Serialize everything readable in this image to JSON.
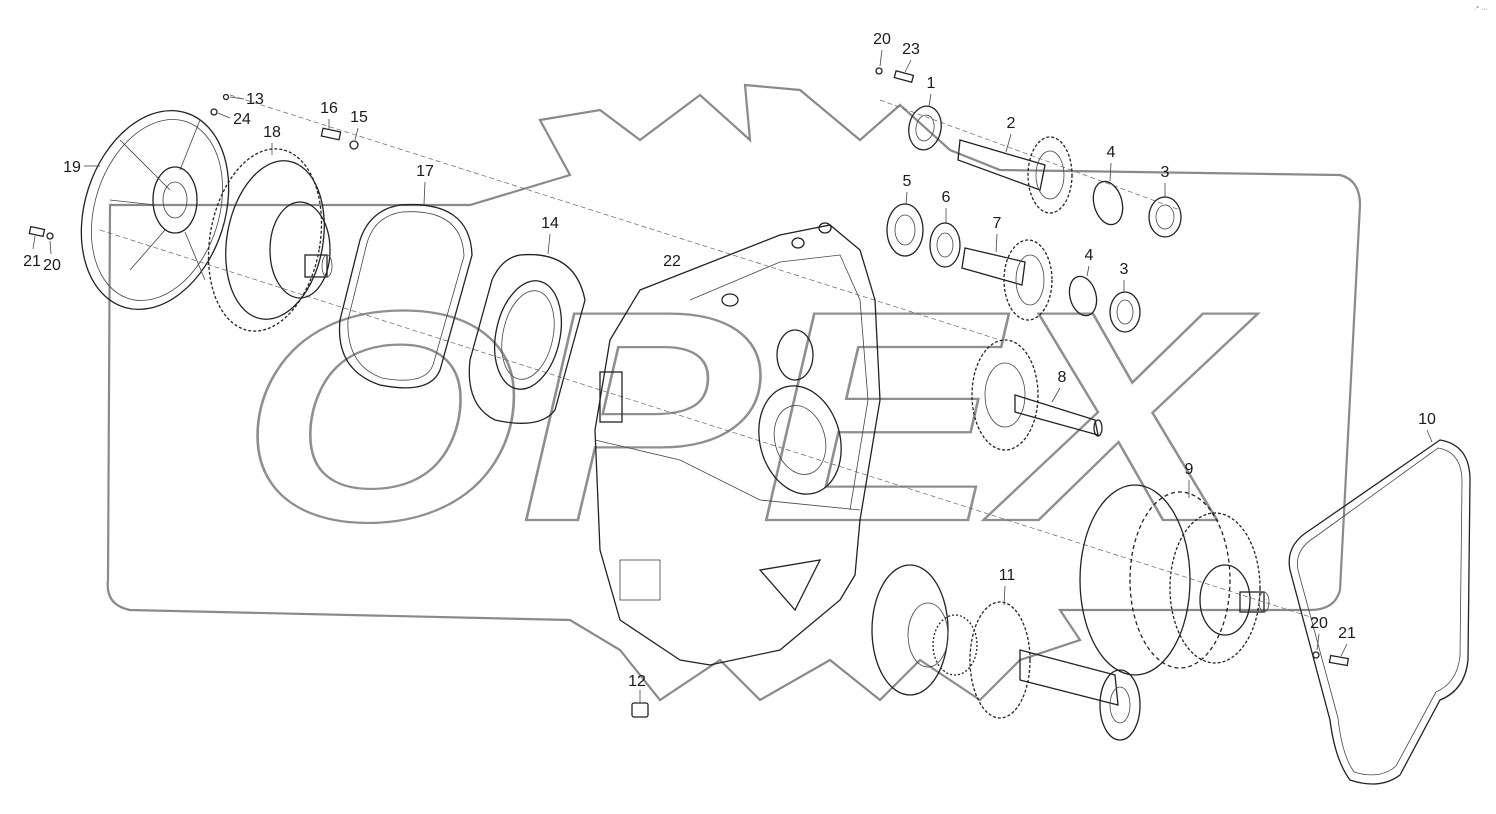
{
  "corner_mark": "·° ···",
  "watermark_text": "OPEX",
  "callouts": [
    {
      "id": "20a",
      "text": "20"
    },
    {
      "id": "23",
      "text": "23"
    },
    {
      "id": "1",
      "text": "1"
    },
    {
      "id": "2",
      "text": "2"
    },
    {
      "id": "4a",
      "text": "4"
    },
    {
      "id": "3a",
      "text": "3"
    },
    {
      "id": "5",
      "text": "5"
    },
    {
      "id": "6",
      "text": "6"
    },
    {
      "id": "7",
      "text": "7"
    },
    {
      "id": "4b",
      "text": "4"
    },
    {
      "id": "3b",
      "text": "3"
    },
    {
      "id": "8",
      "text": "8"
    },
    {
      "id": "13",
      "text": "13"
    },
    {
      "id": "24",
      "text": "24"
    },
    {
      "id": "18",
      "text": "18"
    },
    {
      "id": "16",
      "text": "16"
    },
    {
      "id": "15",
      "text": "15"
    },
    {
      "id": "19",
      "text": "19"
    },
    {
      "id": "17",
      "text": "17"
    },
    {
      "id": "14",
      "text": "14"
    },
    {
      "id": "22",
      "text": "22"
    },
    {
      "id": "21a",
      "text": "21"
    },
    {
      "id": "20b",
      "text": "20"
    },
    {
      "id": "10",
      "text": "10"
    },
    {
      "id": "9",
      "text": "9"
    },
    {
      "id": "11",
      "text": "11"
    },
    {
      "id": "20c",
      "text": "20"
    },
    {
      "id": "21b",
      "text": "21"
    },
    {
      "id": "12",
      "text": "12"
    }
  ]
}
